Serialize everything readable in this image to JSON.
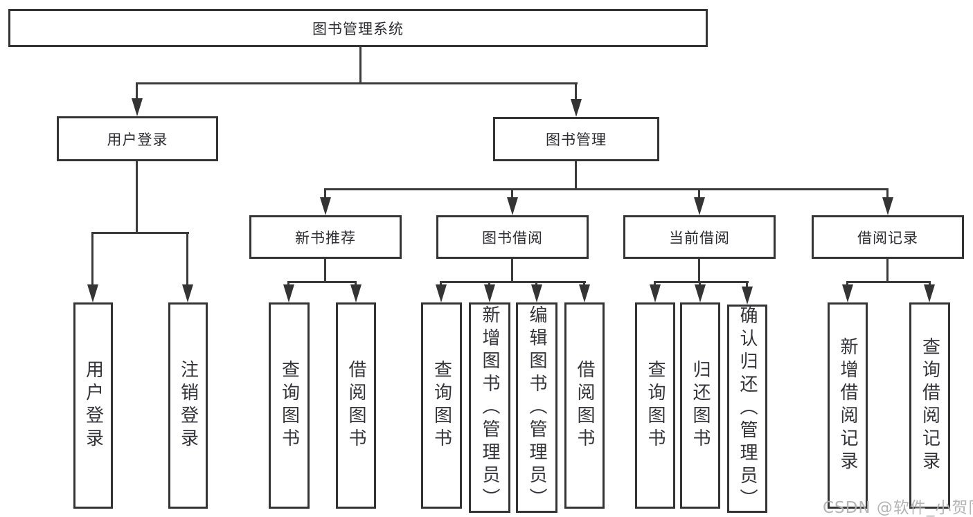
{
  "diagram": {
    "type": "hierarchy-tree",
    "root": {
      "label": "图书管理系统"
    },
    "level2": {
      "user_login": {
        "label": "用户登录"
      },
      "book_mgmt": {
        "label": "图书管理"
      }
    },
    "level3": {
      "new_book_rec": {
        "label": "新书推荐"
      },
      "book_borrow": {
        "label": "图书借阅"
      },
      "current_borrow": {
        "label": "当前借阅"
      },
      "borrow_records": {
        "label": "借阅记录"
      }
    },
    "leaves": {
      "user_login": "用户登录",
      "logout_login": "注销登录",
      "rec_query_books": "查询图书",
      "rec_borrow_books": "借阅图书",
      "bb_query_books": "查询图书",
      "bb_add_books": "新增图书（管理员）",
      "bb_edit_books": "编辑图书（管理员）",
      "bb_borrow_books": "借阅图书",
      "cb_query_books": "查询图书",
      "cb_return_books": "归还图书",
      "cb_confirm_return": "确认归还（管理员）",
      "br_add_record": "新增借阅记录",
      "br_query_record": "查询借阅记录"
    },
    "watermark": "CSDN @软件_小贺同学",
    "colors": {
      "line": "#3a3a3a",
      "border": "#343434",
      "text": "#33333a",
      "watermark": "#b0b0b0",
      "background": "#ffffff"
    }
  }
}
